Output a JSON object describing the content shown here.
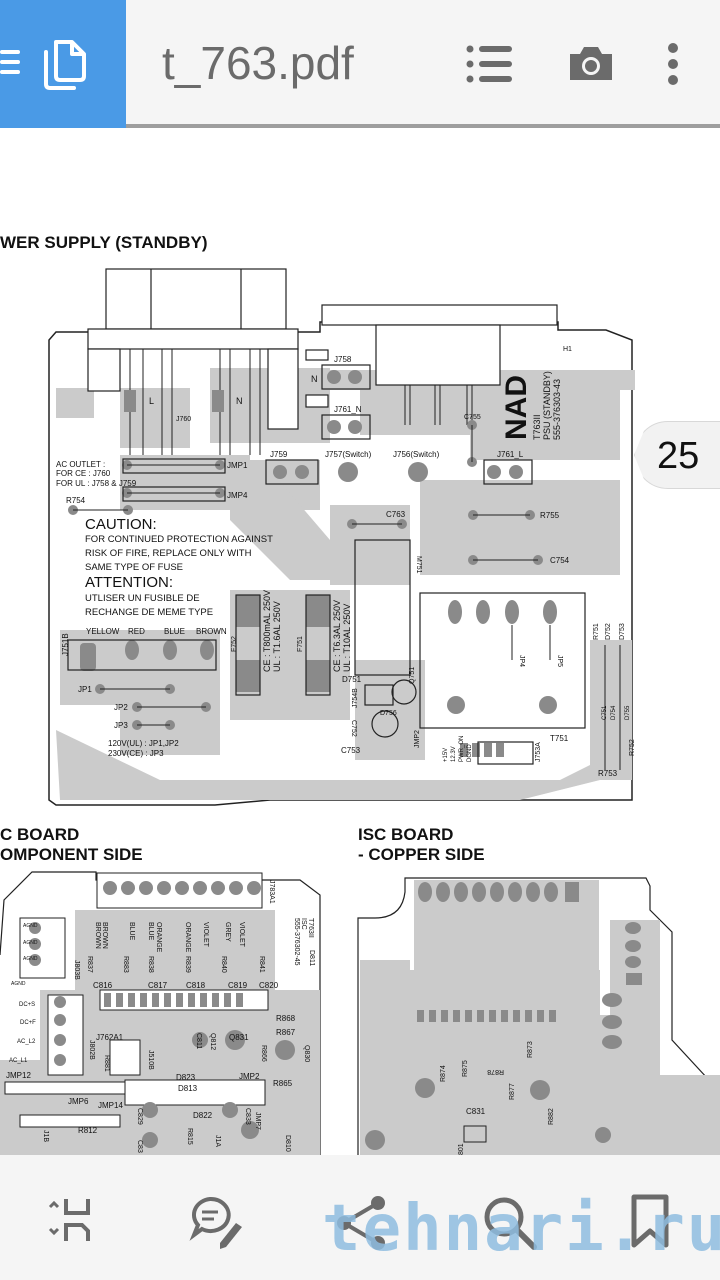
{
  "app": {
    "title": "t_763.pdf",
    "page_number": "25",
    "colors": {
      "accent": "#4a9ae6",
      "toolbar": "#f5f5f5",
      "icon": "#6b6b6b",
      "copper": "#c8c8c8",
      "pad": "#8a8a8a"
    }
  },
  "toolbar": {
    "menu_icon": "hamburger-icon",
    "doc_icon": "documents-icon",
    "outline_icon": "list-icon",
    "screenshot_icon": "camera-icon",
    "more_icon": "more-vert-icon"
  },
  "bottombar": {
    "icons": [
      "page-navigate-icon",
      "comment-edit-icon",
      "share-icon",
      "search-icon",
      "bookmark-icon"
    ],
    "watermark": "tehnari.ru"
  },
  "document": {
    "psu": {
      "heading": "WER SUPPLY (STANDBY)",
      "labels": {
        "l": "L",
        "n": "N",
        "n2": "N",
        "j760": "J760",
        "j758": "J758",
        "j761n": "J761_N",
        "j759": "J759",
        "j757": "J757(Switch)",
        "j756": "J756(Switch)",
        "j761l": "J761_L",
        "c755": "C755",
        "jmp1": "JMP1",
        "jmp4": "JMP4",
        "r754": "R754",
        "c763": "C763",
        "r755": "R755",
        "c754": "C754",
        "m751": "M751",
        "f752": "F752",
        "f751": "F751",
        "j751b": "J751B",
        "jp1": "JP1",
        "jp2": "JP2",
        "jp3": "JP3",
        "d751": "D751",
        "q751": "Q751",
        "j754b": "J754B",
        "d756": "D756",
        "c752": "C752",
        "c753": "C753",
        "jmp2": "JMP2",
        "t751": "T751",
        "j753a": "J753A",
        "r751": "R751",
        "d752": "D752",
        "d753": "D753",
        "c751": "C751",
        "d754": "D754",
        "d755": "D755",
        "r752": "R752",
        "r753": "R753",
        "jp4": "JP4",
        "jp5": "JP5",
        "h1": "H1"
      },
      "ac_outlet": [
        "AC OUTLET :",
        "FOR CE : J760",
        "FOR UL : J758 & J759"
      ],
      "caution_title": "CAUTION:",
      "caution_text": [
        "FOR CONTINUED PROTECTION AGAINST",
        "RISK OF FIRE, REPLACE ONLY WITH",
        "SAME TYPE OF FUSE"
      ],
      "attention_title": "ATTENTION:",
      "attention_text": [
        "UTLISER UN FUSIBLE DE",
        "RECHANGE DE MEME TYPE"
      ],
      "wire_colors": [
        "YELLOW",
        "RED",
        "BLUE",
        "BROWN"
      ],
      "fuse_f752": [
        "CE : T800mAL 250V",
        "UL : T1.6AL 250V"
      ],
      "fuse_f751": [
        "CE : T6.3AL 250V",
        "UL : T10AL 250V"
      ],
      "jumper_note": [
        "120V(UL) : JP1,JP2",
        "230V(CE) : JP3"
      ],
      "brand": "NAD",
      "board_id": [
        "T763II",
        "PSU (STANDBY)",
        "555-376303-43"
      ],
      "connector_pins": [
        "+15V",
        "12.3V",
        "PWR_ON",
        "DGND"
      ]
    },
    "isc_component": {
      "heading": [
        "C BOARD",
        "OMPONENT SIDE"
      ],
      "agnd": [
        "AGND",
        "AGND",
        "AGND",
        "AGND"
      ],
      "wire_colors": [
        "BROWN",
        "BROWN",
        "BLUE",
        "BLUE",
        "ORANGE",
        "ORANGE",
        "VIOLET",
        "GREY",
        "VIOLET"
      ],
      "resistors": [
        "R837",
        "R883",
        "R838",
        "R839",
        "R840",
        "R841"
      ],
      "caps": [
        "C816",
        "C817",
        "C818",
        "C819",
        "C820"
      ],
      "board_id": [
        "T763II",
        "ISC",
        "555-376302-45"
      ],
      "labels": {
        "j783a1": "J783A1",
        "d811": "D811",
        "j803b": "J803B",
        "dcs": "DC+S",
        "dcf": "DC+F",
        "acl2": "AC_L2",
        "acl1": "AC_L1",
        "j802b": "J802B",
        "r881": "R881",
        "j762a1": "J762A1",
        "c811": "C811",
        "j510b": "J510B",
        "q812": "Q812",
        "q831": "Q831",
        "r868": "R868",
        "r867": "R867",
        "r866": "R866",
        "q830": "Q830",
        "d823": "D823",
        "jmp2": "JMP2",
        "r865": "R865",
        "jmp12": "JMP12",
        "d813": "D813",
        "jmp6": "JMP6",
        "jmp14": "JMP14",
        "c829": "C829",
        "d822": "D822",
        "c833": "C833",
        "jmp7": "JMP7",
        "r812": "R812",
        "j1b": "J1B",
        "r815": "R815",
        "j1a": "J1A",
        "d810": "D810",
        "c83x": "C83"
      }
    },
    "isc_copper": {
      "heading": [
        "ISC BOARD",
        "- COPPER SIDE"
      ],
      "labels": {
        "r874": "R874",
        "r875": "R875",
        "r878": "R878",
        "r873": "R873",
        "r877": "R877",
        "c831": "C831",
        "r882": "R882",
        "u801": "801"
      }
    }
  }
}
